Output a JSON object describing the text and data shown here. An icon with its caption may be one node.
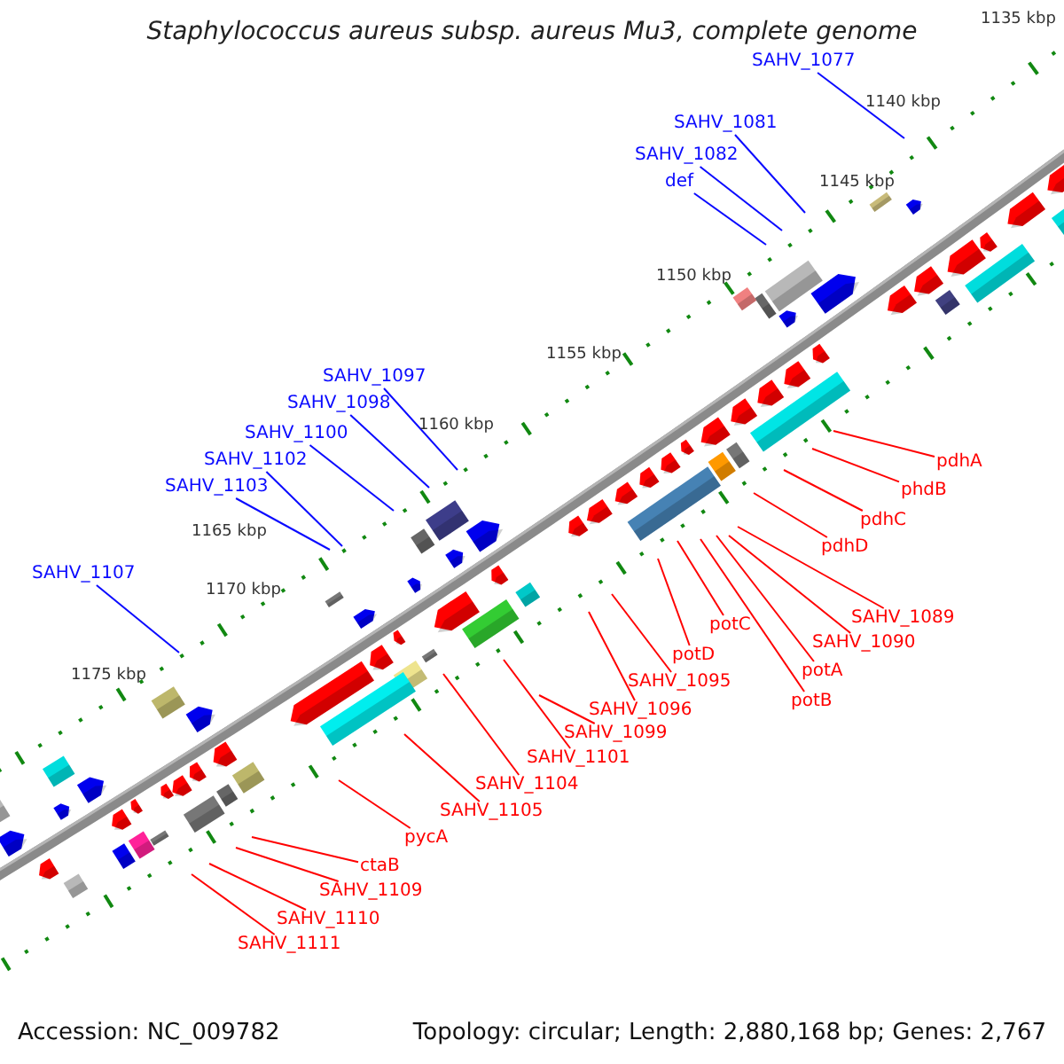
{
  "diagram": {
    "title": "Staphylococcus aureus subsp. aureus Mu3, complete genome",
    "nodes": [
      {
        "text": [
          "SAHV_1077"
        ]
      },
      {
        "text": [
          "SAHV_1081"
        ]
      },
      {
        "text": [
          "SAHV_1082"
        ]
      },
      {
        "text": [
          "def"
        ]
      },
      {
        "text": [
          "SAHV_1097"
        ]
      },
      {
        "text": [
          "SAHV_1098"
        ]
      },
      {
        "text": [
          "SAHV_1100"
        ]
      },
      {
        "text": [
          "SAHV_1102"
        ]
      },
      {
        "text": [
          "pdhA"
        ]
      },
      {
        "text": [
          "SAHV_1103"
        ]
      },
      {
        "text": [
          "phdB"
        ]
      },
      {
        "text": [
          "pdhC"
        ]
      },
      {
        "text": [
          "pdhD"
        ]
      },
      {
        "text": [
          "SAHV_1107"
        ]
      },
      {
        "text": [
          "SAHV_1089"
        ]
      },
      {
        "text": [
          "potC"
        ]
      },
      {
        "text": [
          "SAHV_1090"
        ]
      },
      {
        "text": [
          "potD"
        ]
      },
      {
        "text": [
          "potA"
        ]
      },
      {
        "text": [
          "SAHV_1095"
        ]
      },
      {
        "text": [
          "potB"
        ]
      },
      {
        "text": [
          "SAHV_1096"
        ]
      },
      {
        "text": [
          "SAHV_1099"
        ]
      },
      {
        "text": [
          "SAHV_1101"
        ]
      },
      {
        "text": [
          "SAHV_1104"
        ]
      },
      {
        "text": [
          "SAHV_1105"
        ]
      },
      {
        "text": [
          "pycA"
        ]
      },
      {
        "text": [
          "ctaB"
        ]
      },
      {
        "text": [
          "SAHV_1109"
        ]
      },
      {
        "text": [
          "SAHV_1110"
        ]
      },
      {
        "text": [
          "SAHV_1111"
        ]
      }
    ],
    "edges": [
      {
        "from": 0,
        "to": null,
        "arrow": "none",
        "color": "#0a0aff"
      },
      {
        "from": 1,
        "to": null,
        "arrow": "none",
        "color": "#0a0aff"
      },
      {
        "from": 2,
        "to": null,
        "arrow": "none",
        "color": "#0a0aff"
      },
      {
        "from": 3,
        "to": null,
        "arrow": "none",
        "color": "#0a0aff"
      },
      {
        "from": 4,
        "to": null,
        "arrow": "none",
        "color": "#0a0aff"
      },
      {
        "from": 5,
        "to": null,
        "arrow": "none",
        "color": "#0a0aff"
      },
      {
        "from": 6,
        "to": null,
        "arrow": "none",
        "color": "#0a0aff"
      },
      {
        "from": 7,
        "to": null,
        "arrow": "none",
        "color": "#0a0aff"
      },
      {
        "from": 8,
        "to": null,
        "arrow": "none"
      },
      {
        "from": 9,
        "to": null,
        "arrow": "none",
        "color": "#0a0aff"
      },
      {
        "from": 10,
        "to": null,
        "arrow": "none"
      },
      {
        "from": 11,
        "to": null,
        "arrow": "none"
      },
      {
        "from": 12,
        "to": null,
        "arrow": "none"
      },
      {
        "from": 13,
        "to": null,
        "arrow": "none",
        "color": "#0a0aff"
      },
      {
        "from": 14,
        "to": null,
        "arrow": "none"
      },
      {
        "from": 15,
        "to": null,
        "arrow": "none"
      },
      {
        "from": 16,
        "to": null,
        "arrow": "none"
      },
      {
        "from": 17,
        "to": null,
        "arrow": "none"
      },
      {
        "from": 18,
        "to": null,
        "arrow": "none"
      },
      {
        "from": 19,
        "to": null,
        "arrow": "none"
      },
      {
        "from": 20,
        "to": null,
        "arrow": "none"
      },
      {
        "from": 21,
        "to": null,
        "arrow": "none"
      },
      {
        "from": 22,
        "to": null,
        "arrow": "none"
      },
      {
        "from": 23,
        "to": null,
        "arrow": "none"
      },
      {
        "from": 24,
        "to": null,
        "arrow": "none"
      },
      {
        "from": 25,
        "to": null,
        "arrow": "none"
      },
      {
        "from": 26,
        "to": null,
        "arrow": "none"
      },
      {
        "from": 27,
        "to": null,
        "arrow": "none"
      },
      {
        "from": 28,
        "to": null,
        "arrow": "none"
      },
      {
        "from": 29,
        "to": null,
        "arrow": "none"
      },
      {
        "from": 30,
        "to": null,
        "arrow": "none"
      }
    ],
    "labels": [
      "1135 kbp",
      "1140 kbp",
      "1145 kbp",
      "1150 kbp",
      "1155 kbp",
      "1160 kbp",
      "1165 kbp",
      "1170 kbp",
      "1175 kbp",
      "Accession: NC_009782",
      "Topology: circular; Length: 2,880,168 bp; Genes: 2,767"
    ]
  }
}
